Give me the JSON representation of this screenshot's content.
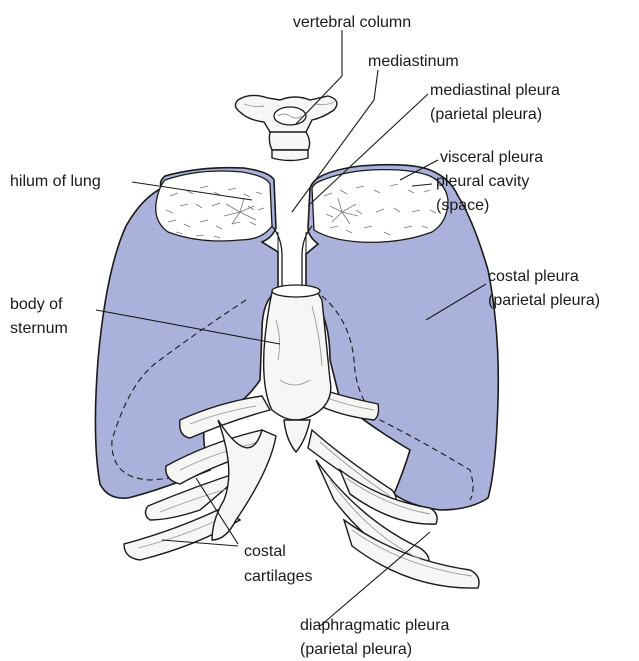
{
  "labels": {
    "vertebral_column": "vertebral column",
    "mediastinum": "mediastinum",
    "mediastinal_pleura_1": "mediastinal pleura",
    "mediastinal_pleura_2": "(parietal pleura)",
    "visceral_pleura": "visceral pleura",
    "pleural_cavity_1": "pleural cavity",
    "pleural_cavity_2": "(space)",
    "hilum_of_lung": "hilum of lung",
    "costal_pleura_1": "costal pleura",
    "costal_pleura_2": "(parietal pleura)",
    "body_of_sternum_1": "body of",
    "body_of_sternum_2": "sternum",
    "costal_cartilages_1": "costal",
    "costal_cartilages_2": "cartilages",
    "diaphragmatic_pleura_1": "diaphragmatic pleura",
    "diaphragmatic_pleura_2": "(parietal pleura)"
  },
  "colors": {
    "pleura_fill": "#aab2dc",
    "bone_fill": "#f6f6f4",
    "outline": "#1a1a1a"
  }
}
